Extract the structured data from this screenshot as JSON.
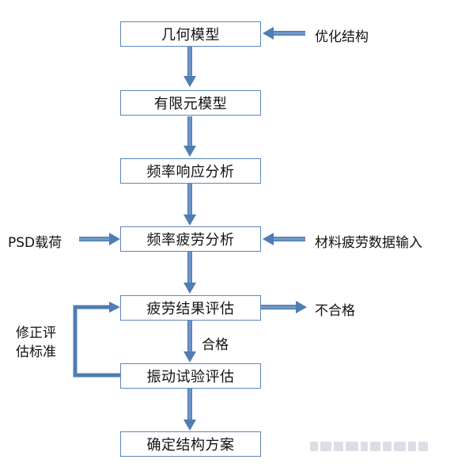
{
  "nodes": {
    "geometric_model": "几何模型",
    "fe_model": "有限元模型",
    "frequency_response": "频率响应分析",
    "frequency_fatigue": "频率疲劳分析",
    "fatigue_evaluation": "疲劳结果评估",
    "vibration_test": "振动试验评估",
    "final_design": "确定结构方案"
  },
  "labels": {
    "optimize_structure": "优化结构",
    "psd_load": "PSD载荷",
    "material_data_input": "材料疲劳数据输入",
    "unqualified": "不合格",
    "qualified": "合格",
    "revise_criteria_line1": "修正评",
    "revise_criteria_line2": "估标准"
  },
  "colors": {
    "arrow": "#5b87be",
    "arrow_edge": "#3f6b9f",
    "box_border": "#5d86b8"
  }
}
